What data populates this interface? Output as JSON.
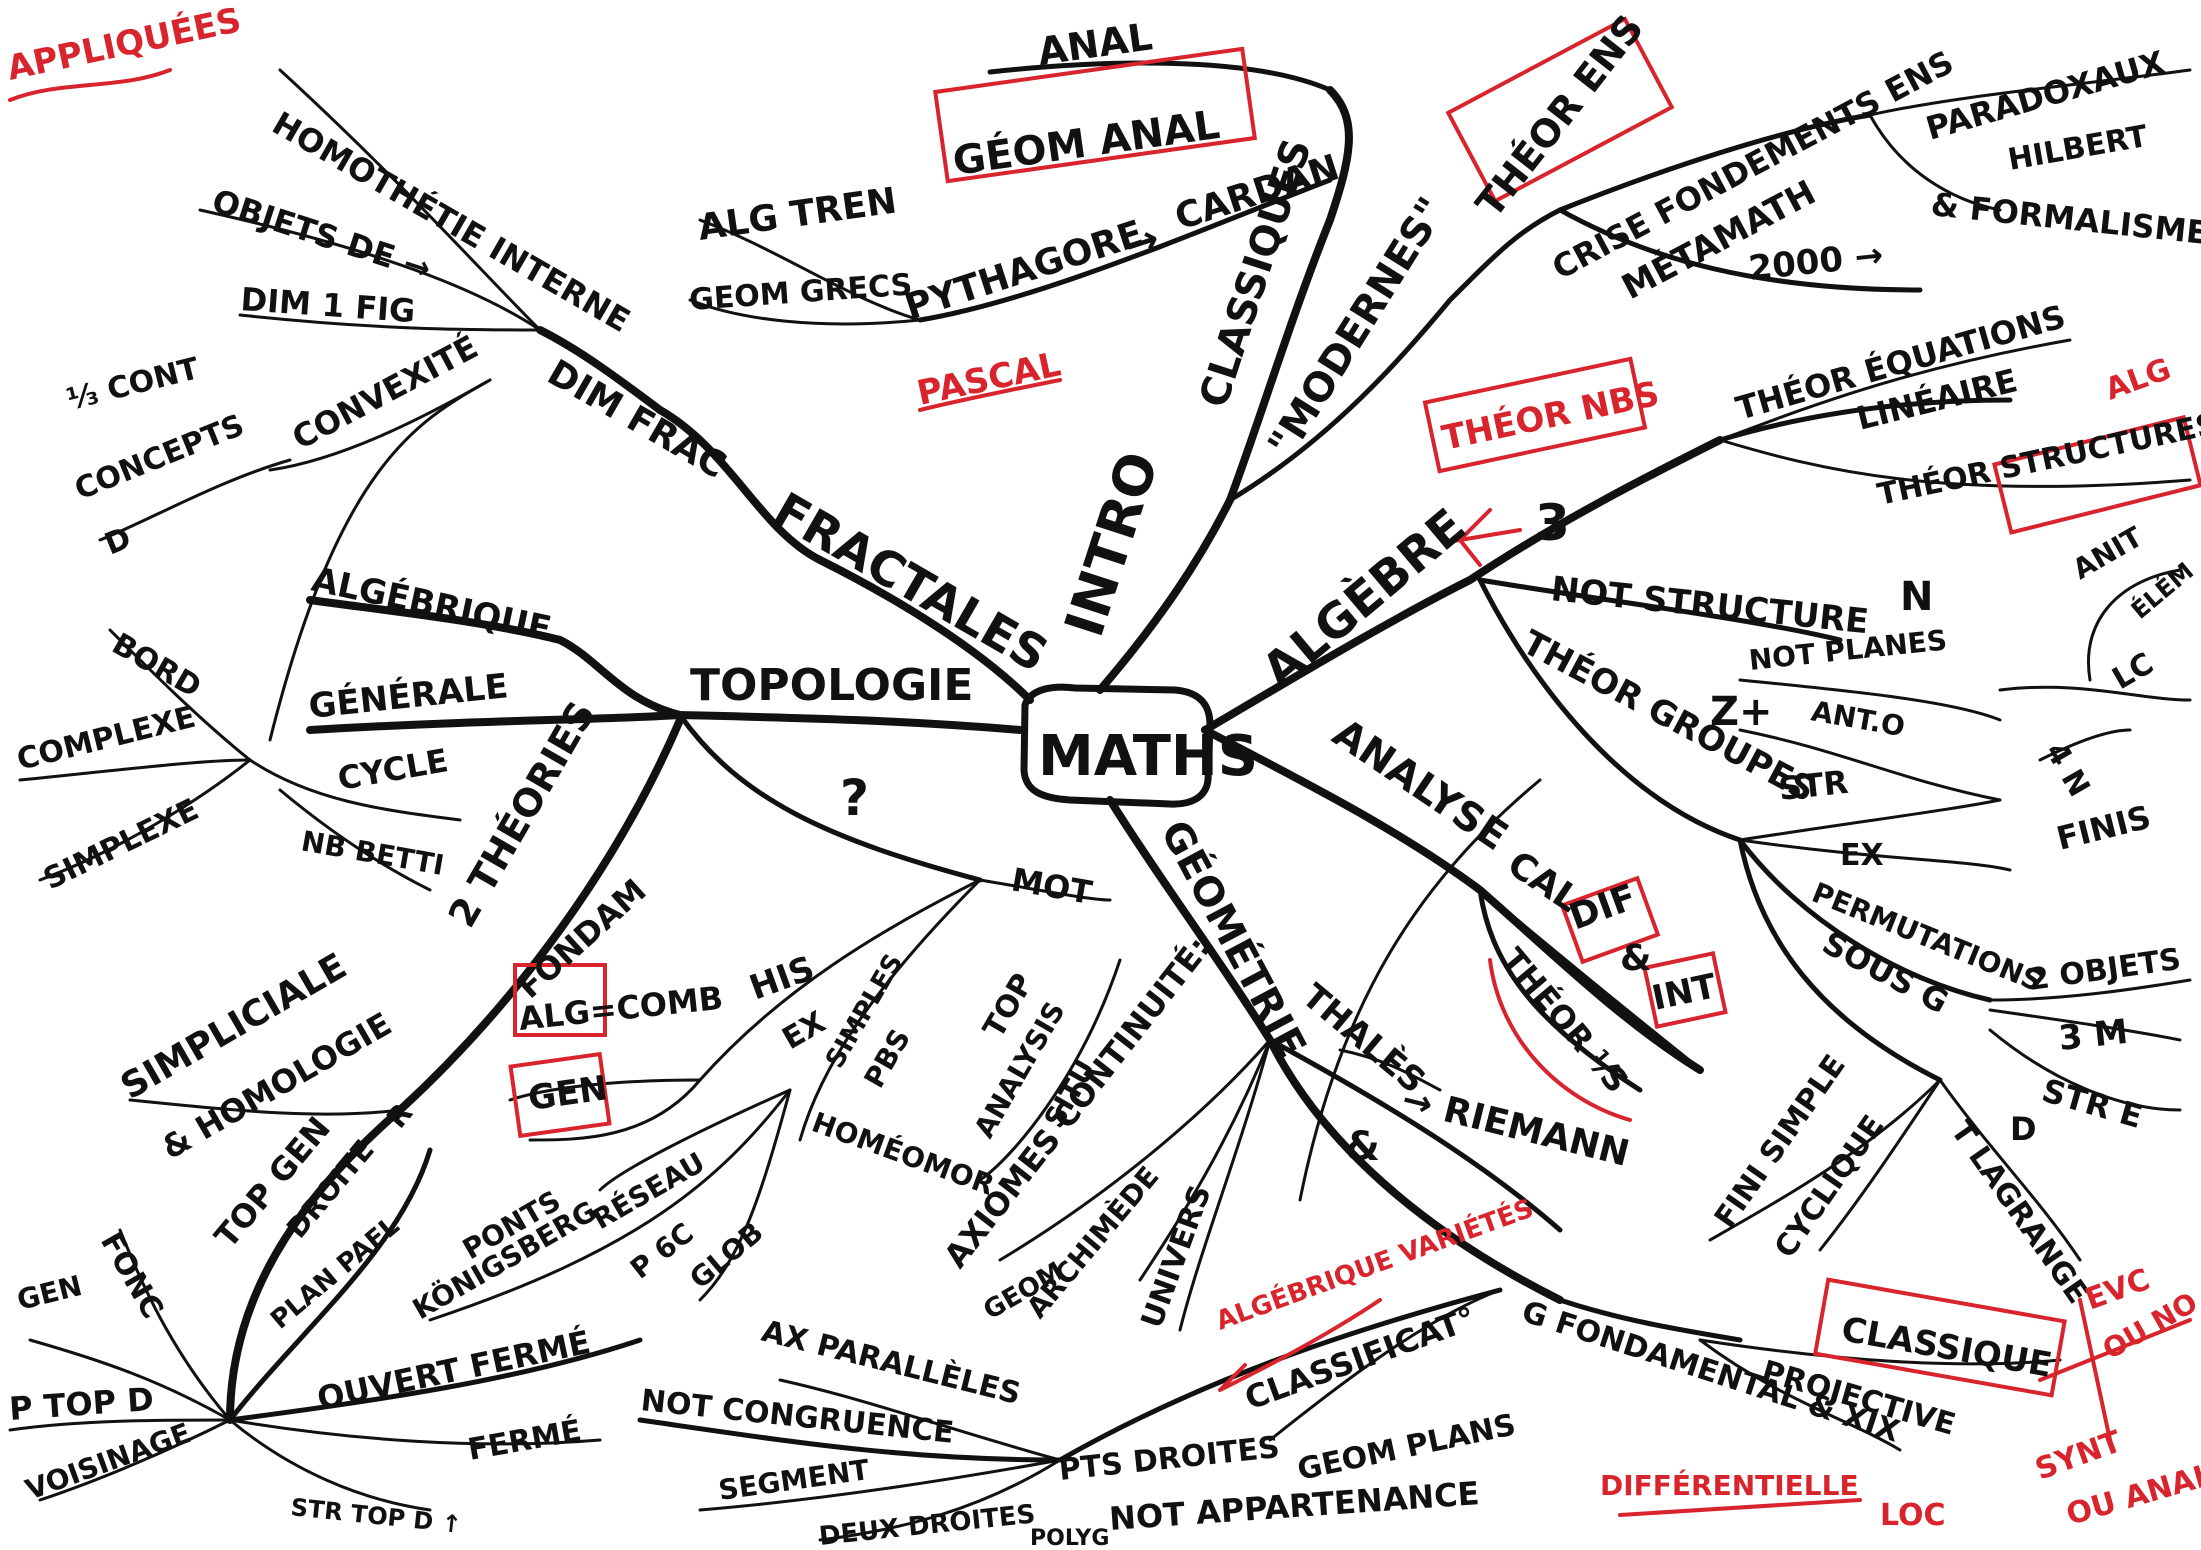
{
  "colors": {
    "ink": "#111111",
    "accent": "#d8242c",
    "paper": "#ffffff"
  },
  "center": "MATHS",
  "corner_note": "APPLIQUÉES",
  "intro": {
    "label": "INTRO",
    "classiques": "CLASSIQUES",
    "anal": "ANAL",
    "geom_anal": "GÉOM ANAL",
    "cardan": "CARDAN",
    "pythagore": "PYTHAGORE",
    "arrow": "→",
    "alg_tren": "ALG TREN",
    "geom_grecs": "GEOM GRECS",
    "pascal": "PASCAL",
    "modernes": "\"MODERNES\"",
    "theor_ens": "THÉOR ENS",
    "crise": "CRISE FONDEMENTS ENS",
    "paradoxaux": "PARADOXAUX",
    "hilbert": "HILBERT",
    "formalisme": "& FORMALISME",
    "metamath": "MÉTAMATH",
    "y2000": "2000 →"
  },
  "fractales": {
    "label": "FRACTALES",
    "dim_frac": "DIM FRAC",
    "homothetie": "HOMOTHÉTIE INTERNE",
    "objets": "OBJETS DE →",
    "dim1fig": "DIM 1 FIG",
    "convexite": "CONVEXITÉ",
    "ts_cont": "⅓ CONT",
    "concepts": "CONCEPTS",
    "d_mark": "D"
  },
  "topologie": {
    "label": "TOPOLOGIE",
    "algebrique": "ALGÉBRIQUE",
    "generale": "GÉNÉRALE",
    "bord": "BORD",
    "complexe": "COMPLEXE",
    "simplexe": "SIMPLEXE",
    "cycle": "CYCLE",
    "nb_betti": "NB BETTI",
    "deux_theories": "2 THÉORIES",
    "simpliciale": "SIMPLICIALE",
    "homologie": "& HOMOLOGIE",
    "fondam": "FONDAM",
    "alg_comb": "ALG=COMB",
    "gen": "GEN",
    "his": "HIS",
    "question": "?",
    "mot": "MOT",
    "top": "TOP",
    "analysis": "ANALYSIS",
    "situ": "SITU",
    "ex": "EX",
    "simples": "SIMPLES",
    "pbs": "PBS",
    "homeomor": "HOMÉOMOR",
    "ponts": "PONTS",
    "konigsberg": "KÖNIGSBERG",
    "reseau": "RÉSEAU",
    "p6c": "P 6C",
    "globe": "GLOB",
    "top_gen": "TOP GEN",
    "r_mark": "R",
    "droite": "DROITE",
    "plan": "PLAN PAEL",
    "fonc": "FONC",
    "gen_small": "GEN",
    "ptop": "P TOP D",
    "voisinage": "VOISINAGE",
    "ouvert": "OUVERT FERMÉ",
    "ferme": "FERMÉ",
    "st_top": "STR TOP D ↑"
  },
  "algebre": {
    "label": "ALGÈBRE",
    "three": "3",
    "theor_nbs": "THÉOR NBS",
    "theor_equations": "THÉOR ÉQUATIONS",
    "lineaire": "LINÉAIRE",
    "alg": "ALG",
    "theor_structures": "THÉOR STRUCTURES",
    "not_structure": "NOT STRUCTURE",
    "n_mark": "N",
    "anit": "ANIT",
    "elem": "ÉLÉM",
    "lc": "LC",
    "not_planes": "NOT PLANES",
    "zplus": "Z+",
    "ant0": "ANT.O",
    "groupes": "THÉOR GROUPES",
    "str": "STR",
    "ex": "EX",
    "finis": "FINIS",
    "four_n": "4 N",
    "permutations": "PERMUTATIONS",
    "sous_g": "SOUS G",
    "deux_objets": "2 OBJETS",
    "three_m": "3 M",
    "str_e": "STR E",
    "d_mark": "D",
    "finisimple": "FINI SIMPLE",
    "cyclique": "CYCLIQUE",
    "lagrange": "T LAGRANGE"
  },
  "analyse": {
    "label": "ANALYSE",
    "cal": "CAL",
    "dif": "DIF",
    "amp": "&",
    "int": "INT",
    "theor_fs": "THÉOR ⅟S"
  },
  "geometrie": {
    "label": "GÉOMÉTRIE",
    "thales": "THALÈS",
    "riemann": "→ RIEMANN",
    "amp": "&",
    "axiomes": "AXIOMES CONTINUITÉ:",
    "geom": "GEOM",
    "archimede": "ARCHIMÈDE",
    "univers": "UNIVERS",
    "algebrique_var": "ALGÉBRIQUE VARIÉTÉS",
    "classification": "CLASSIFICAT°",
    "g_fondamental": "G FONDAMENTAL & XIX",
    "classique": "CLASSIQUE",
    "projective": "PROJECTIVE",
    "evc": "EVC",
    "ou_no": "OU NO",
    "synt": "SYNT",
    "ou_anal": "OU ANAL",
    "differentielle": "DIFFÉRENTIELLE",
    "loc": "LOC",
    "geom_plans": "GEOM PLANS",
    "pts_droites": "PTS DROITES",
    "appartenance": "NOT APPARTENANCE",
    "polyg": "POLYG",
    "deux_droites": "DEUX DROITES",
    "ax_paralleles": "AX PARALLÈLES",
    "not_congruence": "NOT CONGRUENCE",
    "segment": "SEGMENT"
  }
}
